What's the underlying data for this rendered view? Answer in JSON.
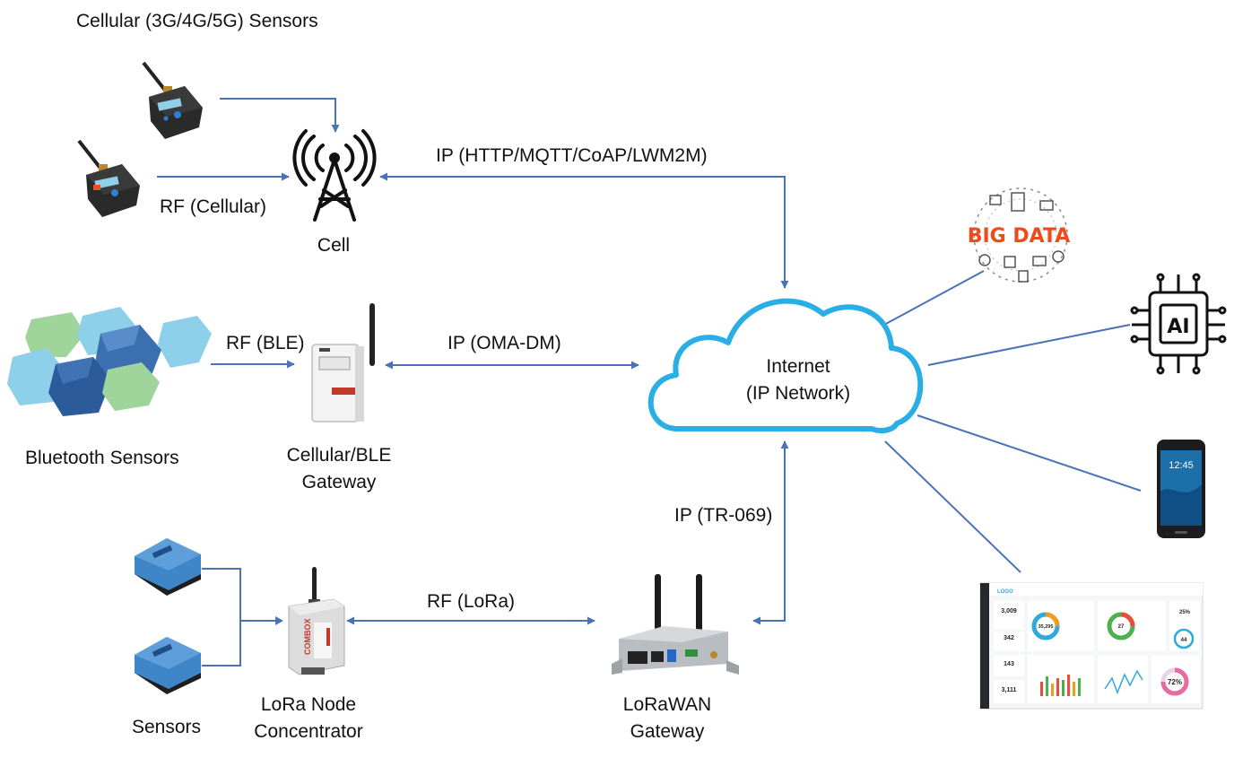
{
  "labels": {
    "cellular_sensors": "Cellular (3G/4G/5G) Sensors",
    "rf_cellular": "RF (Cellular)",
    "cell": "Cell",
    "ip_http": "IP (HTTP/MQTT/CoAP/LWM2M)",
    "rf_ble": "RF (BLE)",
    "ip_oma": "IP (OMA-DM)",
    "bluetooth_sensors": "Bluetooth Sensors",
    "gateway_line1": "Cellular/BLE",
    "gateway_line2": "Gateway",
    "internet_line1": "Internet",
    "internet_line2": "(IP Network)",
    "ip_tr069": "IP (TR-069)",
    "rf_lora": "RF (LoRa)",
    "sensors": "Sensors",
    "lora_node_line1": "LoRa Node",
    "lora_node_line2": "Concentrator",
    "lorawan_line1": "LoRaWAN",
    "lorawan_line2": "Gateway"
  },
  "icons": {
    "big_data_text": "BIG DATA",
    "ai_text": "AI",
    "phone_time": "12:45",
    "dashboard_logo": "LOGO",
    "dashboard_stats": [
      "3,009",
      "342",
      "143",
      "3,111"
    ],
    "dashboard_donut1": "35,295",
    "dashboard_donut2": "27",
    "dashboard_pct": "25%",
    "dashboard_circle": "44",
    "dashboard_gauge": "72%",
    "combox_text": "COMBOX"
  },
  "colors": {
    "arrow": "#4a72b8",
    "cloud": "#29aee6",
    "big_data": "#ee4b1c",
    "sensor_dark": "#2c2c2c",
    "lora_sensor": "#3f86c9"
  }
}
